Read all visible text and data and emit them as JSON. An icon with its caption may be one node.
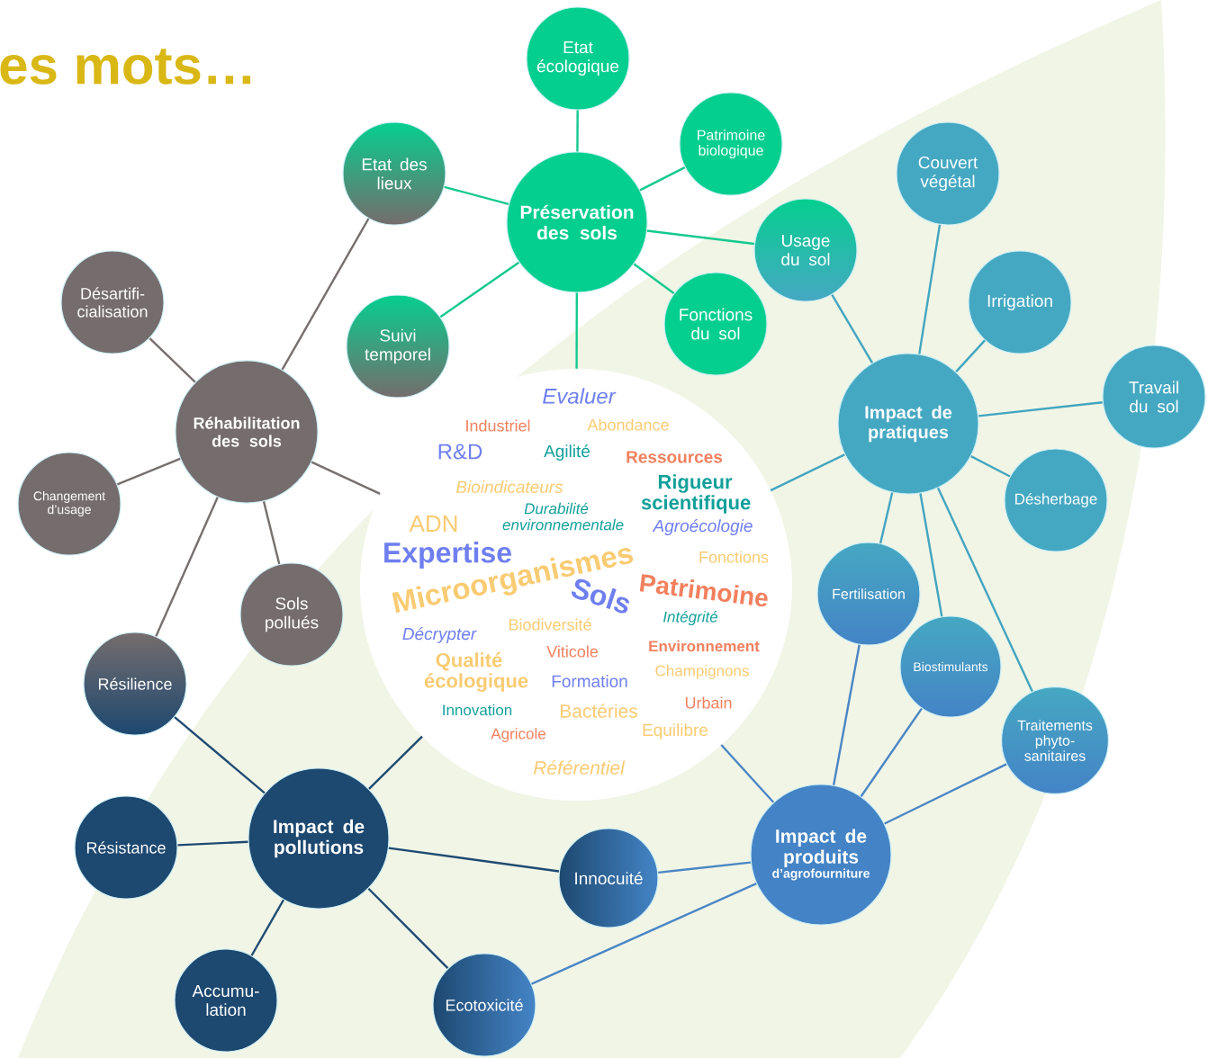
{
  "diagram": {
    "title": "es mots…",
    "nodes": [
      {
        "text": [
          "Préservation des sols"
        ]
      },
      {
        "text": [
          "Etat écologique"
        ]
      },
      {
        "text": [
          "Patrimoine biologique"
        ]
      },
      {
        "text": [
          "Usage du sol"
        ]
      },
      {
        "text": [
          "Fonctions du sol"
        ]
      },
      {
        "text": [
          "Suivi temporel"
        ]
      },
      {
        "text": [
          "Etat des lieux"
        ]
      },
      {
        "text": [
          "Réhabilitation des sols"
        ]
      },
      {
        "text": [
          "Désartifi- cialisation"
        ]
      },
      {
        "text": [
          "Changement d’usage"
        ]
      },
      {
        "text": [
          "Sols pollués"
        ]
      },
      {
        "text": [
          "Résilience"
        ]
      },
      {
        "text": [
          "Impact de pratiques"
        ]
      },
      {
        "text": [
          "Couvert végétal"
        ]
      },
      {
        "text": [
          "Irrigation"
        ]
      },
      {
        "text": [
          "Travail du sol"
        ]
      },
      {
        "text": [
          "Désherbage"
        ]
      },
      {
        "text": [
          "Fertilisation"
        ]
      },
      {
        "text": [
          "Biostimulants"
        ]
      },
      {
        "text": [
          "Traitements phyto- sanitaires"
        ]
      },
      {
        "text": [
          "Impact de produits",
          "d’agrofourniture"
        ]
      },
      {
        "text": [
          "Innocuité"
        ]
      },
      {
        "text": [
          "Ecotoxicité"
        ]
      },
      {
        "text": [
          "Impact de pollutions"
        ]
      },
      {
        "text": [
          "Résistance"
        ]
      },
      {
        "text": [
          "Accumu- lation"
        ]
      },
      {
        "text": [
          "Evaluer",
          "Industriel",
          "Abondance",
          "R&D",
          "Agilité",
          "Ressources",
          "Bioindicateurs",
          "Rigueur scientifique",
          "ADN",
          "Durabilité environnementale",
          "Agroécologie",
          "Expertise",
          "Fonctions",
          "Microorganismes",
          "Sols",
          "Patrimoine",
          "Intégrité",
          "Biodiversité",
          "Décrypter",
          "Qualité écologique",
          "Viticole",
          "Environnement",
          "Champignons",
          "Formation",
          "Innovation",
          "Bactéries",
          "Urbain",
          "Agricole",
          "Equilibre",
          "Référentiel"
        ]
      }
    ],
    "edges": [
      {
        "from": 0,
        "to": 1,
        "arrow": "none",
        "color": "#14c98f"
      },
      {
        "from": 0,
        "to": 2,
        "arrow": "none",
        "color": "#14c98f"
      },
      {
        "from": 0,
        "to": 3,
        "arrow": "none",
        "color": "#14c98f"
      },
      {
        "from": 0,
        "to": 4,
        "arrow": "none",
        "color": "#14c98f"
      },
      {
        "from": 0,
        "to": 5,
        "arrow": "none",
        "color": "#14c98f"
      },
      {
        "from": 0,
        "to": 6,
        "arrow": "none",
        "color": "#14c98f"
      },
      {
        "from": 0,
        "to": 26,
        "arrow": "none",
        "color": "#14c98f"
      },
      {
        "from": 7,
        "to": 6,
        "arrow": "none",
        "color": "#76706e"
      },
      {
        "from": 7,
        "to": 8,
        "arrow": "none",
        "color": "#76706e"
      },
      {
        "from": 7,
        "to": 9,
        "arrow": "none",
        "color": "#76706e"
      },
      {
        "from": 7,
        "to": 10,
        "arrow": "none",
        "color": "#76706e"
      },
      {
        "from": 7,
        "to": 11,
        "arrow": "none",
        "color": "#76706e"
      },
      {
        "from": 7,
        "to": 26,
        "arrow": "none",
        "color": "#76706e"
      },
      {
        "from": 12,
        "to": 3,
        "arrow": "none",
        "color": "#42a5c0"
      },
      {
        "from": 12,
        "to": 13,
        "arrow": "none",
        "color": "#42a5c0"
      },
      {
        "from": 12,
        "to": 14,
        "arrow": "none",
        "color": "#42a5c0"
      },
      {
        "from": 12,
        "to": 15,
        "arrow": "none",
        "color": "#42a5c0"
      },
      {
        "from": 12,
        "to": 16,
        "arrow": "none",
        "color": "#42a5c0"
      },
      {
        "from": 12,
        "to": 17,
        "arrow": "none",
        "color": "#42a5c0"
      },
      {
        "from": 12,
        "to": 18,
        "arrow": "none",
        "color": "#42a5c0"
      },
      {
        "from": 12,
        "to": 19,
        "arrow": "none",
        "color": "#42a5c0"
      },
      {
        "from": 12,
        "to": 26,
        "arrow": "none",
        "color": "#42a5c0"
      },
      {
        "from": 20,
        "to": 17,
        "arrow": "none",
        "color": "#4a86c5"
      },
      {
        "from": 20,
        "to": 18,
        "arrow": "none",
        "color": "#4a86c5"
      },
      {
        "from": 20,
        "to": 19,
        "arrow": "none",
        "color": "#4a86c5"
      },
      {
        "from": 20,
        "to": 21,
        "arrow": "none",
        "color": "#4a86c5"
      },
      {
        "from": 20,
        "to": 22,
        "arrow": "none",
        "color": "#4a86c5"
      },
      {
        "from": 20,
        "to": 26,
        "arrow": "none",
        "color": "#4a86c5"
      },
      {
        "from": 23,
        "to": 11,
        "arrow": "none",
        "color": "#1e4a72"
      },
      {
        "from": 23,
        "to": 24,
        "arrow": "none",
        "color": "#1e4a72"
      },
      {
        "from": 23,
        "to": 25,
        "arrow": "none",
        "color": "#1e4a72"
      },
      {
        "from": 23,
        "to": 21,
        "arrow": "none",
        "color": "#1e4a72"
      },
      {
        "from": 23,
        "to": 22,
        "arrow": "none",
        "color": "#1e4a72"
      },
      {
        "from": 23,
        "to": 26,
        "arrow": "none",
        "color": "#1e4a72"
      }
    ]
  }
}
